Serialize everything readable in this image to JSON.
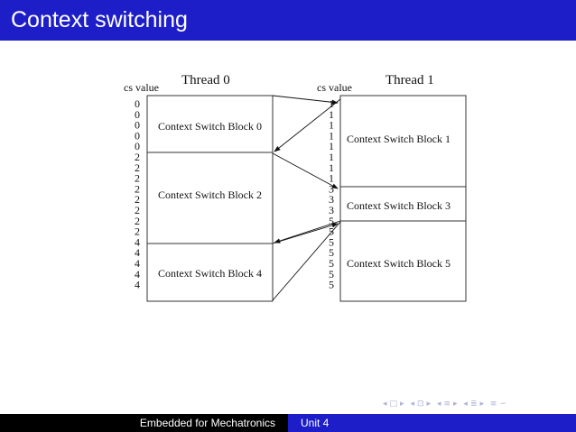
{
  "slide": {
    "title": "Context switching"
  },
  "diagram": {
    "thread0": {
      "title": "Thread 0",
      "cs_header": "cs value",
      "cs_values": [
        "0",
        "0",
        "0",
        "0",
        "0",
        "2",
        "2",
        "2",
        "2",
        "2",
        "2",
        "2",
        "2",
        "4",
        "4",
        "4",
        "4",
        "4"
      ],
      "blocks": [
        {
          "label": "Context Switch Block 0"
        },
        {
          "label": "Context Switch Block 2"
        },
        {
          "label": "Context Switch Block 4"
        }
      ]
    },
    "thread1": {
      "title": "Thread 1",
      "cs_header": "cs value",
      "cs_values": [
        "1",
        "1",
        "1",
        "1",
        "1",
        "1",
        "1",
        "1",
        "3",
        "3",
        "3",
        "5",
        "5",
        "5",
        "5",
        "5",
        "5",
        "5"
      ],
      "blocks": [
        {
          "label": "Context Switch Block 1"
        },
        {
          "label": "Context Switch Block 3"
        },
        {
          "label": "Context Switch Block 5"
        }
      ]
    }
  },
  "footer": {
    "left": "Embedded for Mechatronics",
    "right": "Unit 4"
  },
  "nav_icons": [
    "triangle-left-icon",
    "frame-icon",
    "triangle-right-icon",
    "triangle-left-icon",
    "subsection-icon",
    "triangle-right-icon",
    "triangle-left-icon",
    "section-icon",
    "triangle-right-icon",
    "triangle-left-icon",
    "slide-icon",
    "triangle-right-icon",
    "align-icon",
    "search-icon"
  ]
}
